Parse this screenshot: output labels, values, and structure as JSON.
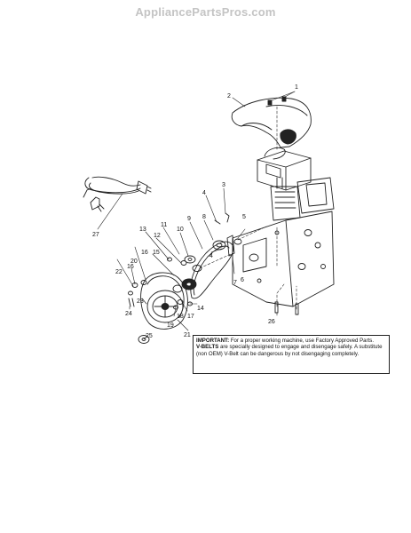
{
  "watermark": "AppliancePartsPros.com",
  "callouts": {
    "c1": "1",
    "c2": "2",
    "c3": "3",
    "c4": "4",
    "c5": "5",
    "c6": "6",
    "c7": "7",
    "c8": "8",
    "c9": "9",
    "c10": "10",
    "c11": "11",
    "c12": "12",
    "c13": "13",
    "c14": "14",
    "c15": "15",
    "c16": "16",
    "c16b": "16",
    "c17": "17",
    "c18": "18",
    "c19": "19",
    "c20": "20",
    "c21": "21",
    "c22": "22",
    "c23": "23",
    "c24": "24",
    "c25": "25",
    "c26": "26",
    "c27": "27",
    "c4b": "4"
  },
  "notice": {
    "important_label": "IMPORTANT:",
    "important_text": " For a proper working machine, use Factory Approved Parts.",
    "vbelts_label": "V-BELTS",
    "vbelts_text": " are specially designed to engage and disengage safely. A substitute (non OEM) V-Belt can be dangerous by not disengaging completely."
  }
}
